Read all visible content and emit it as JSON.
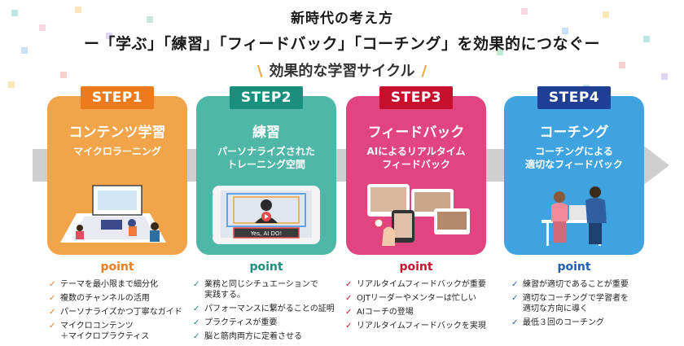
{
  "header": {
    "title": "新時代の考え方",
    "subtitle": "ー「学ぶ」「練習」「フィードバック」「コーチング」を効果的につなぐー"
  },
  "cycle_title": {
    "left_slash": "\\",
    "text": "効果的な学習サイクル",
    "right_slash": "/"
  },
  "colors": {
    "step1": "#f2a44a",
    "step2": "#4eb7a7",
    "step3": "#e0457f",
    "step4": "#3fa3e0",
    "arrow": "#cfcfcf"
  },
  "steps": [
    {
      "label": "STEP1",
      "title": "コンテンツ学習",
      "subtitle": "マイクロラーニング",
      "illustration": "laptop-people-illustration"
    },
    {
      "label": "STEP2",
      "title": "練習",
      "subtitle": "パーソナライズされた\nトレーニング空間",
      "illustration": "video-practice-illustration",
      "caption": "Yes, AI DO!"
    },
    {
      "label": "STEP3",
      "title": "フィードバック",
      "subtitle": "AIによるリアルタイム\nフィードバック",
      "illustration": "phone-video-feedback-illustration"
    },
    {
      "label": "STEP4",
      "title": "コーチング",
      "subtitle": "コーチングによる\n適切なフィードバック",
      "illustration": "coaching-people-illustration"
    }
  ],
  "point_label": "point",
  "points": [
    [
      "テーマを最小限まで細分化",
      "複数のチャンネルの活用",
      "パーソナライズかつ丁寧なガイド",
      "マイクロコンテンツ\n＋マイクロプラクティス"
    ],
    [
      "業務と同じシチュエーションで\n実践する。",
      "パフォーマンスに繋がることの証明",
      "プラクティスが重要",
      "脳と筋肉両方に定着させる"
    ],
    [
      "リアルタイムフィードバックが重要",
      "OJTリーダーやメンターは忙しい",
      "AIコーチの登場",
      "リアルタイムフィードバックを実現"
    ],
    [
      "練習が適切であることが重要",
      "適切なコーチングで学習者を\n適切な方向に導く",
      "最低３回のコーチング"
    ]
  ],
  "check_glyph": "✓"
}
